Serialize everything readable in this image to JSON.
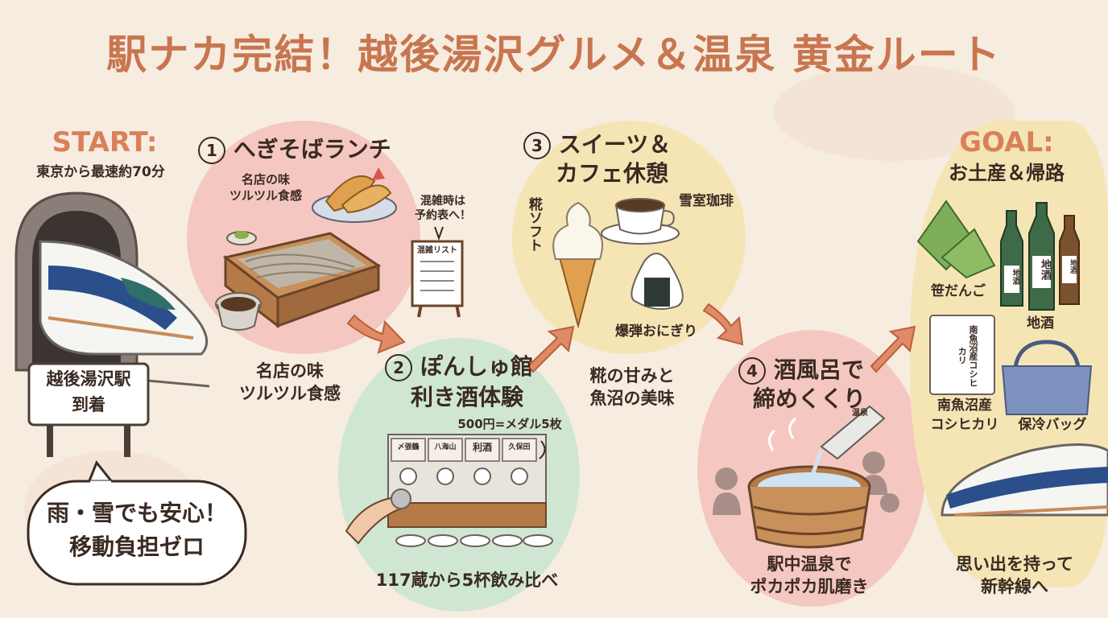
{
  "title": "駅ナカ完結！越後湯沢グルメ＆温泉 黄金ルート",
  "start": {
    "label": "START:",
    "subtitle": "東京から最速約70分",
    "station_sign_line1": "越後湯沢駅",
    "station_sign_line2": "到着"
  },
  "bubble": {
    "line1": "雨・雪でも安心！",
    "line2": "移動負担ゼロ"
  },
  "step1": {
    "number": "1",
    "title": "へぎそばランチ",
    "note1_line1": "名店の味",
    "note1_line2": "ツルツル食感",
    "note2_line1": "混雑時は",
    "note2_line2": "予約表へ！",
    "board_label": "混雑リスト",
    "caption_line1": "名店の味",
    "caption_line2": "ツルツル食感"
  },
  "step2": {
    "number": "2",
    "title_line1": "ぽんしゅ館",
    "title_line2": "利き酒体験",
    "price_note": "500円=メダル5枚",
    "machine_labels": [
      "〆張鶴",
      "八海山",
      "利酒",
      "久保田"
    ],
    "caption": "117蔵から5杯飲み比べ"
  },
  "step3": {
    "number": "3",
    "title_line1": "スイーツ＆",
    "title_line2": "カフェ休憩",
    "softcream_label": "糀ソフト",
    "coffee_label": "雪室珈琲",
    "onigiri_label": "爆弾おにぎり",
    "caption_line1": "糀の甘みと",
    "caption_line2": "魚沼の美味"
  },
  "step4": {
    "number": "4",
    "title_line1": "酒風呂で",
    "title_line2": "締めくくり",
    "bottle_label": "温泉",
    "caption_line1": "駅中温泉で",
    "caption_line2": "ポカポカ肌磨き"
  },
  "goal": {
    "label": "GOAL:",
    "subtitle": "お土産＆帰路",
    "dango_label": "笹だんご",
    "sake_label": "地酒",
    "sake_bottle_labels": [
      "地酒",
      "地酒",
      "地酒"
    ],
    "rice_label_line1": "南魚沼産",
    "rice_label_line2": "コシヒカリ",
    "rice_bag_text": "南魚沼産コシヒカリ",
    "bag_label": "保冷バッグ",
    "caption_line1": "思い出を持って",
    "caption_line2": "新幹線へ"
  },
  "colors": {
    "background": "#f7ece0",
    "title": "#c8764f",
    "step1_blob": "#f4c8c0",
    "step2_blob": "#cfe6d3",
    "step3_blob": "#f5e5b5",
    "step4_blob": "#f4c8c0",
    "goal_blob": "#f5e5b5",
    "arrow": "#e08a66"
  }
}
